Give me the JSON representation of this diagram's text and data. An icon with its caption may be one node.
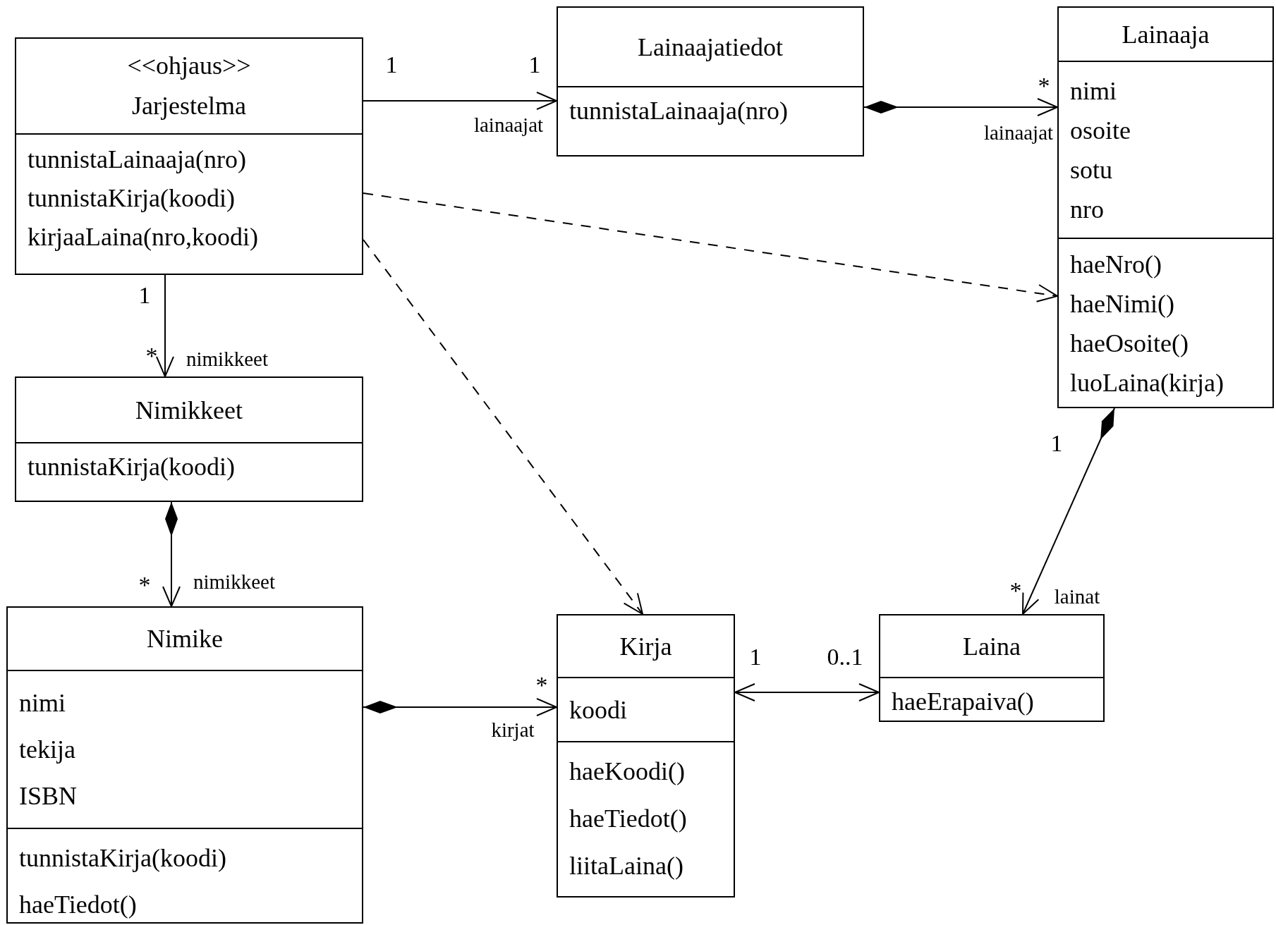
{
  "diagram": {
    "nodes": [
      {
        "text": [
          "<<ohjaus>>",
          "Jarjestelma",
          "tunnistaLainaaja(nro)",
          "tunnistaKirja(koodi)",
          "kirjaaLaina(nro,koodi)"
        ]
      },
      {
        "text": [
          "Lainaajatiedot",
          "tunnistaLainaaja(nro)"
        ]
      },
      {
        "text": [
          "Lainaaja",
          "nimi",
          "osoite",
          "sotu",
          "nro",
          "haeNro()",
          "haeNimi()",
          "haeOsoite()",
          "luoLaina(kirja)"
        ]
      },
      {
        "text": [
          "Nimikkeet",
          "tunnistaKirja(koodi)"
        ]
      },
      {
        "text": [
          "Nimike",
          "nimi",
          "tekija",
          "ISBN",
          "tunnistaKirja(koodi)",
          "haeTiedot()"
        ]
      },
      {
        "text": [
          "Kirja",
          "koodi",
          "haeKoodi()",
          "haeTiedot()",
          "liitaLaina()"
        ]
      },
      {
        "text": [
          "Laina",
          "haeErapaiva()"
        ]
      }
    ],
    "edges": [
      {
        "from": 0,
        "to": 1,
        "arrow": "to",
        "label": "lainaajat"
      },
      {
        "from": 1,
        "to": 2,
        "arrow": "to",
        "label": "lainaajat"
      },
      {
        "from": 0,
        "to": 2,
        "arrow": "to",
        "style": "dashed"
      },
      {
        "from": 0,
        "to": 5,
        "arrow": "to",
        "style": "dashed"
      },
      {
        "from": 0,
        "to": 3,
        "arrow": "to",
        "label": "nimikkeet"
      },
      {
        "from": 3,
        "to": 4,
        "arrow": "to",
        "label": "nimikkeet"
      },
      {
        "from": 2,
        "to": 6,
        "arrow": "to",
        "label": "lainat"
      },
      {
        "from": 4,
        "to": 5,
        "arrow": "to",
        "label": "kirjat"
      },
      {
        "from": 5,
        "to": 6,
        "arrow": "both"
      }
    ],
    "labels": [
      "1",
      "1",
      "*",
      "1",
      "*",
      "1",
      "*",
      "*",
      "1",
      "0..1",
      "*"
    ]
  }
}
